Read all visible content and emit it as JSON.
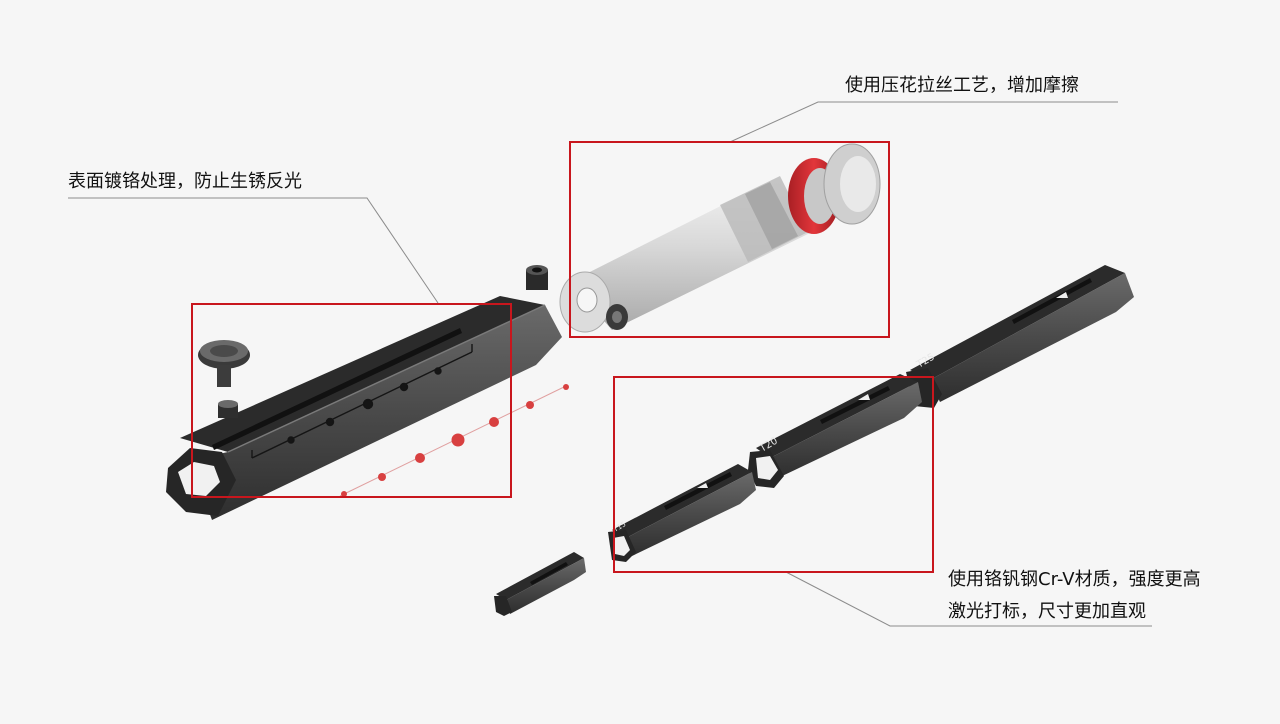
{
  "captions": {
    "chrome": "表面镀铬处理，防止生锈反光",
    "knurl": "使用压花拉丝工艺，增加摩擦",
    "steel_line1": "使用铬钒钢Cr-V材质，强度更高",
    "steel_line2": "激光打标，尺寸更加直观"
  },
  "bit_labels": {
    "large": "T25",
    "medium": "T20",
    "small": "T15"
  },
  "colors": {
    "background": "#f6f6f6",
    "highlight_box": "#c8161d",
    "leader_line": "#8c8c8c",
    "metal_dark": "#3a3a3a",
    "accent_red": "#d84040"
  }
}
